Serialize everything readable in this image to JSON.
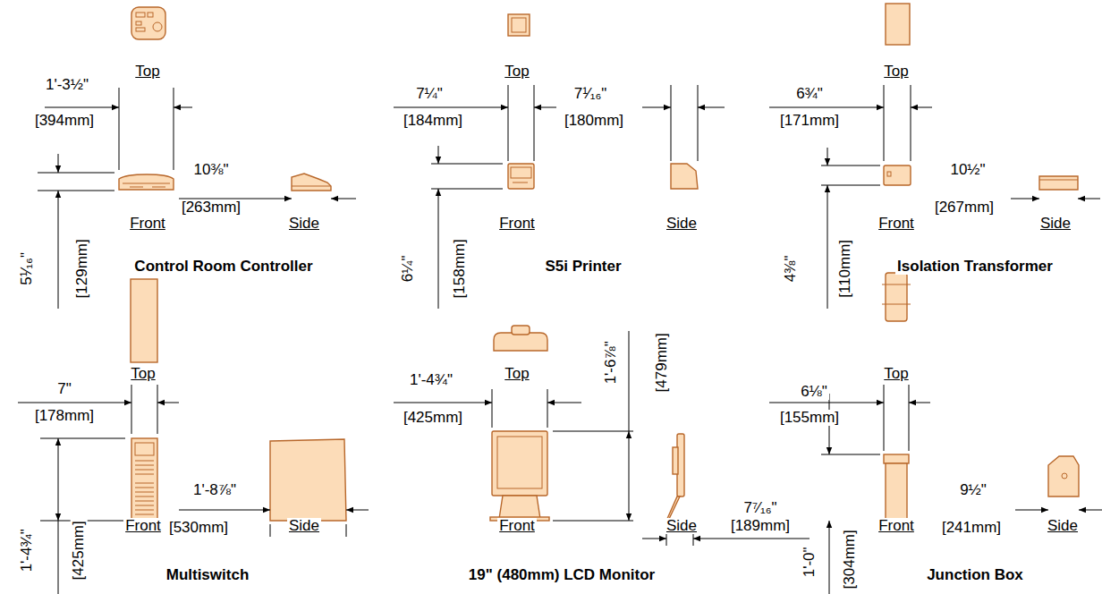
{
  "diagram": {
    "labels": [
      "Top",
      "1'-3½\"",
      "[394mm]",
      "Front",
      "10⅜\"",
      "[263mm]",
      "Side",
      "5¹⁄₁₆\"",
      "[129mm]",
      "Control Room Controller",
      "Top",
      "7¼\"",
      "[184mm]",
      "7¹⁄₁₆\"",
      "[180mm]",
      "Front",
      "Side",
      "6¼\"",
      "[158mm]",
      "S5i Printer",
      "Top",
      "6¾\"",
      "[171mm]",
      "Front",
      "10½\"",
      "[267mm]",
      "Side",
      "4⅜\"",
      "[110mm]",
      "Isolation Transformer",
      "Top",
      "7\"",
      "[178mm]",
      "Front",
      "1'-8⅞\"",
      "[530mm]",
      "Side",
      "1'-4¾\"",
      "[425mm]",
      "Multiswitch",
      "Top",
      "1'-4¾\"",
      "[425mm]",
      "1'-6⅞\"",
      "[479mm]",
      "Front",
      "Side",
      "19\" (480mm) LCD Monitor",
      "Top",
      "6⅛\"",
      "[155mm]",
      "7⁷⁄₁₆\"",
      "[189mm]",
      "Front",
      "9½\"",
      "[241mm]",
      "Side",
      "1'-0\"",
      "[304mm]",
      "Junction Box"
    ]
  }
}
